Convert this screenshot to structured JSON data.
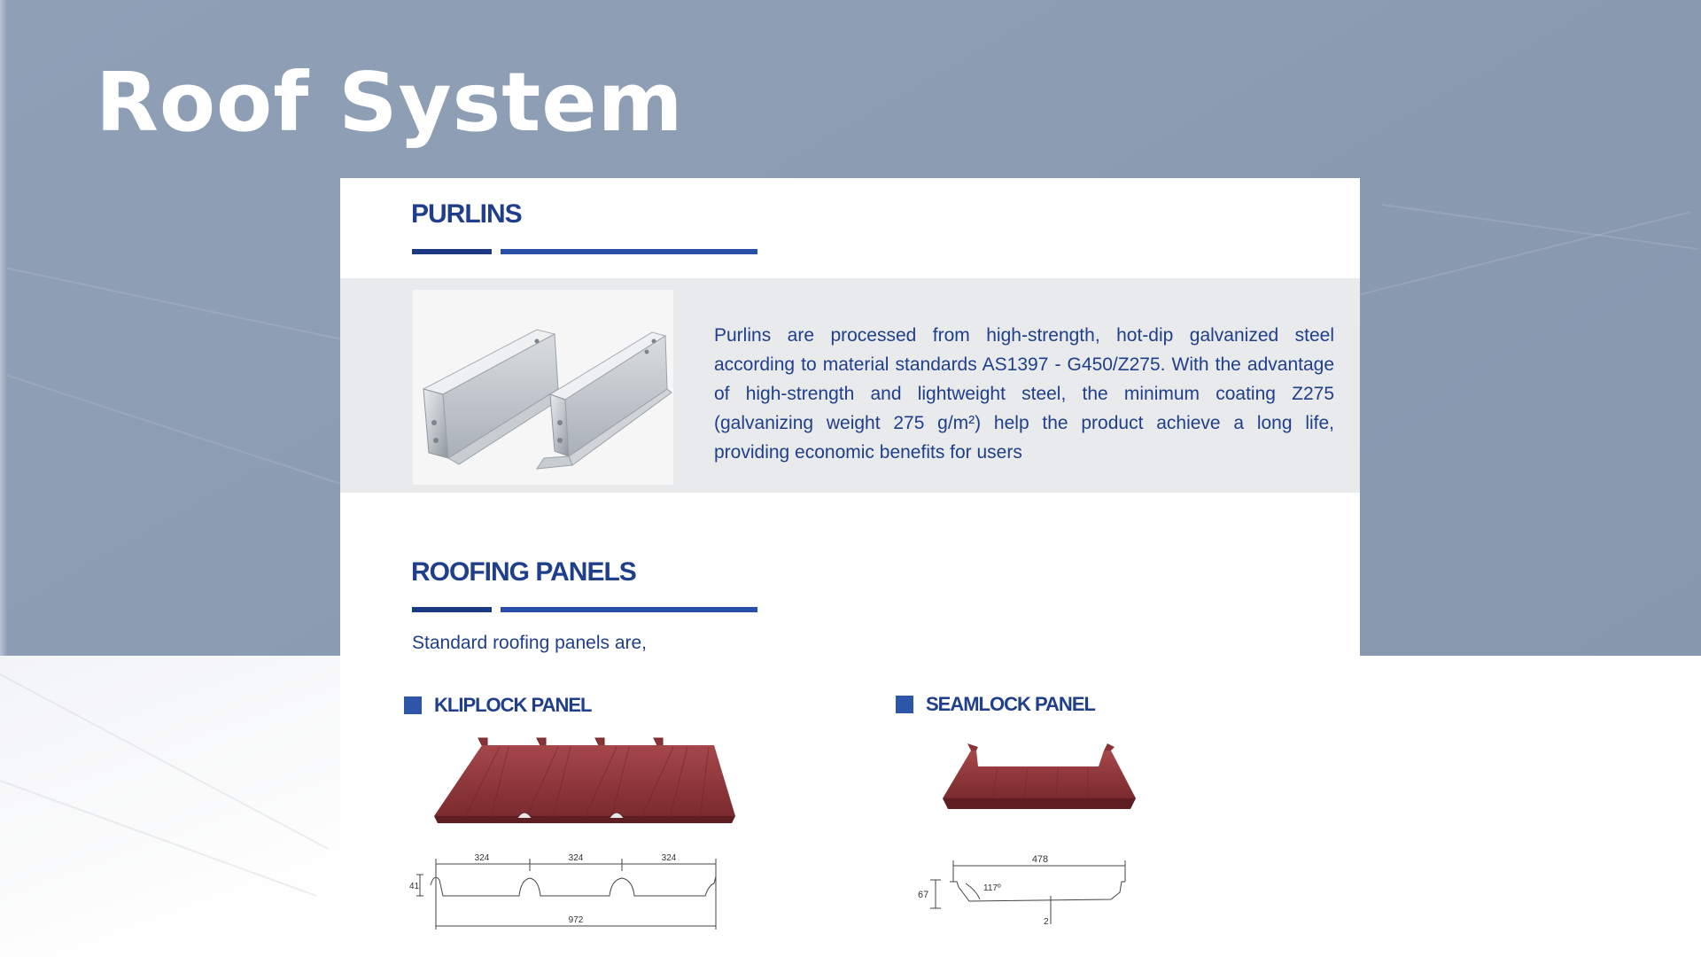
{
  "slide": {
    "title": "Roof System"
  },
  "purlins": {
    "heading": "PURLINS",
    "description": "Purlins are processed from high-strength, hot-dip galvanized steel according to material standards AS1397 - G450/Z275. With the advantage of high-strength and lightweight steel, the minimum coating Z275 (galvanizing weight 275 g/m²) help the product achieve a long life, providing economic benefits for users"
  },
  "roofing": {
    "heading": "ROOFING PANELS",
    "intro": "Standard roofing panels are,",
    "kliplock": {
      "name": "KLIPLOCK PANEL",
      "dims": {
        "rib_spacing_1": "324",
        "rib_spacing_2": "324",
        "rib_spacing_3": "324",
        "height": "41",
        "cover_width": "972"
      }
    },
    "seamlock": {
      "name": "SEAMLOCK PANEL",
      "dims": {
        "cover_width": "478",
        "height": "67",
        "angle": "117º",
        "pan_depth": "2"
      }
    }
  },
  "colors": {
    "heading_blue": "#1f3f8a",
    "rule_blue": "#2a4fa8",
    "panel_red": "#8a2f33",
    "band_grey": "#e9eaec"
  }
}
